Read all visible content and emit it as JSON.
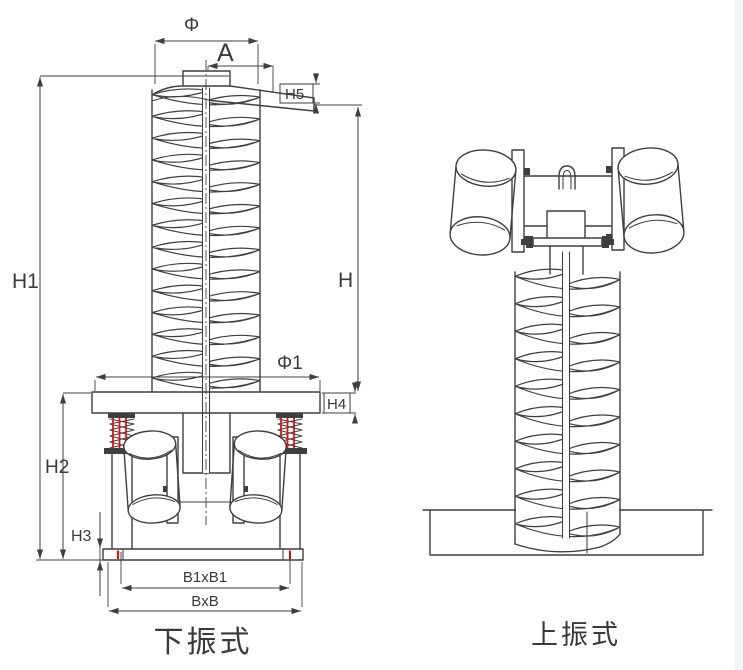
{
  "views": {
    "left": {
      "caption": "下振式",
      "dimension_labels": {
        "phi": "Φ",
        "a": "A",
        "h5": "H5",
        "h1": "H1",
        "h": "H",
        "phi1": "Φ1",
        "h4": "H4",
        "h2": "H2",
        "h3": "H3",
        "b1xb1": "B1xB1",
        "bxb": "BxB"
      }
    },
    "right": {
      "caption": "上振式"
    }
  },
  "colors": {
    "line": "#3f3f3f",
    "accent_red": "#e01212",
    "page_edge_strip": "#f2f6f8",
    "background": "#ffffff"
  }
}
